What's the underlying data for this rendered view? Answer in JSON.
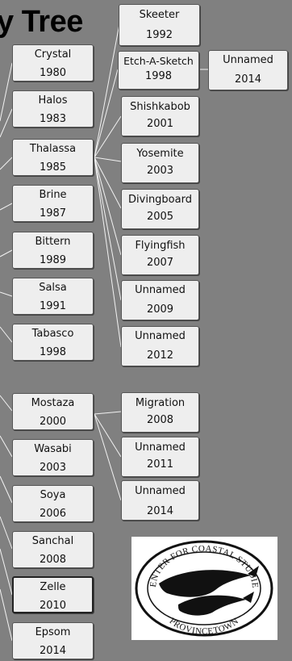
{
  "title": "y Tree",
  "nodes": [
    {
      "name": "Crystal",
      "year": "1980"
    },
    {
      "name": "Halos",
      "year": "1983"
    },
    {
      "name": "Thalassa",
      "year": "1985"
    },
    {
      "name": "Brine",
      "year": "1987"
    },
    {
      "name": "Bittern",
      "year": "1989"
    },
    {
      "name": "Salsa",
      "year": "1991"
    },
    {
      "name": "Tabasco",
      "year": "1998"
    },
    {
      "name": "Mostaza",
      "year": "2000"
    },
    {
      "name": "Wasabi",
      "year": "2003"
    },
    {
      "name": "Soya",
      "year": "2006"
    },
    {
      "name": "Sanchal",
      "year": "2008"
    },
    {
      "name": "Zelle",
      "year": "2010"
    },
    {
      "name": "Epsom",
      "year": "2014"
    },
    {
      "name": "Skeeter",
      "year": "1992"
    },
    {
      "name": "Etch-A-Sketch",
      "year": "1998"
    },
    {
      "name": "Shishkabob",
      "year": "2001"
    },
    {
      "name": "Yosemite",
      "year": "2003"
    },
    {
      "name": "Divingboard",
      "year": "2005"
    },
    {
      "name": "Flyingfish",
      "year": "2007"
    },
    {
      "name": "Unnamed",
      "year": "2009"
    },
    {
      "name": "Unnamed",
      "year": "2012"
    },
    {
      "name": "Migration",
      "year": "2008"
    },
    {
      "name": "Unnamed",
      "year": "2011"
    },
    {
      "name": "Unnamed",
      "year": "2014"
    },
    {
      "name": "Unnamed",
      "year": "2014"
    }
  ],
  "logo": {
    "top_text": "CENTER FOR COASTAL STUDIES",
    "bottom_text": "PROVINCETOWN"
  }
}
